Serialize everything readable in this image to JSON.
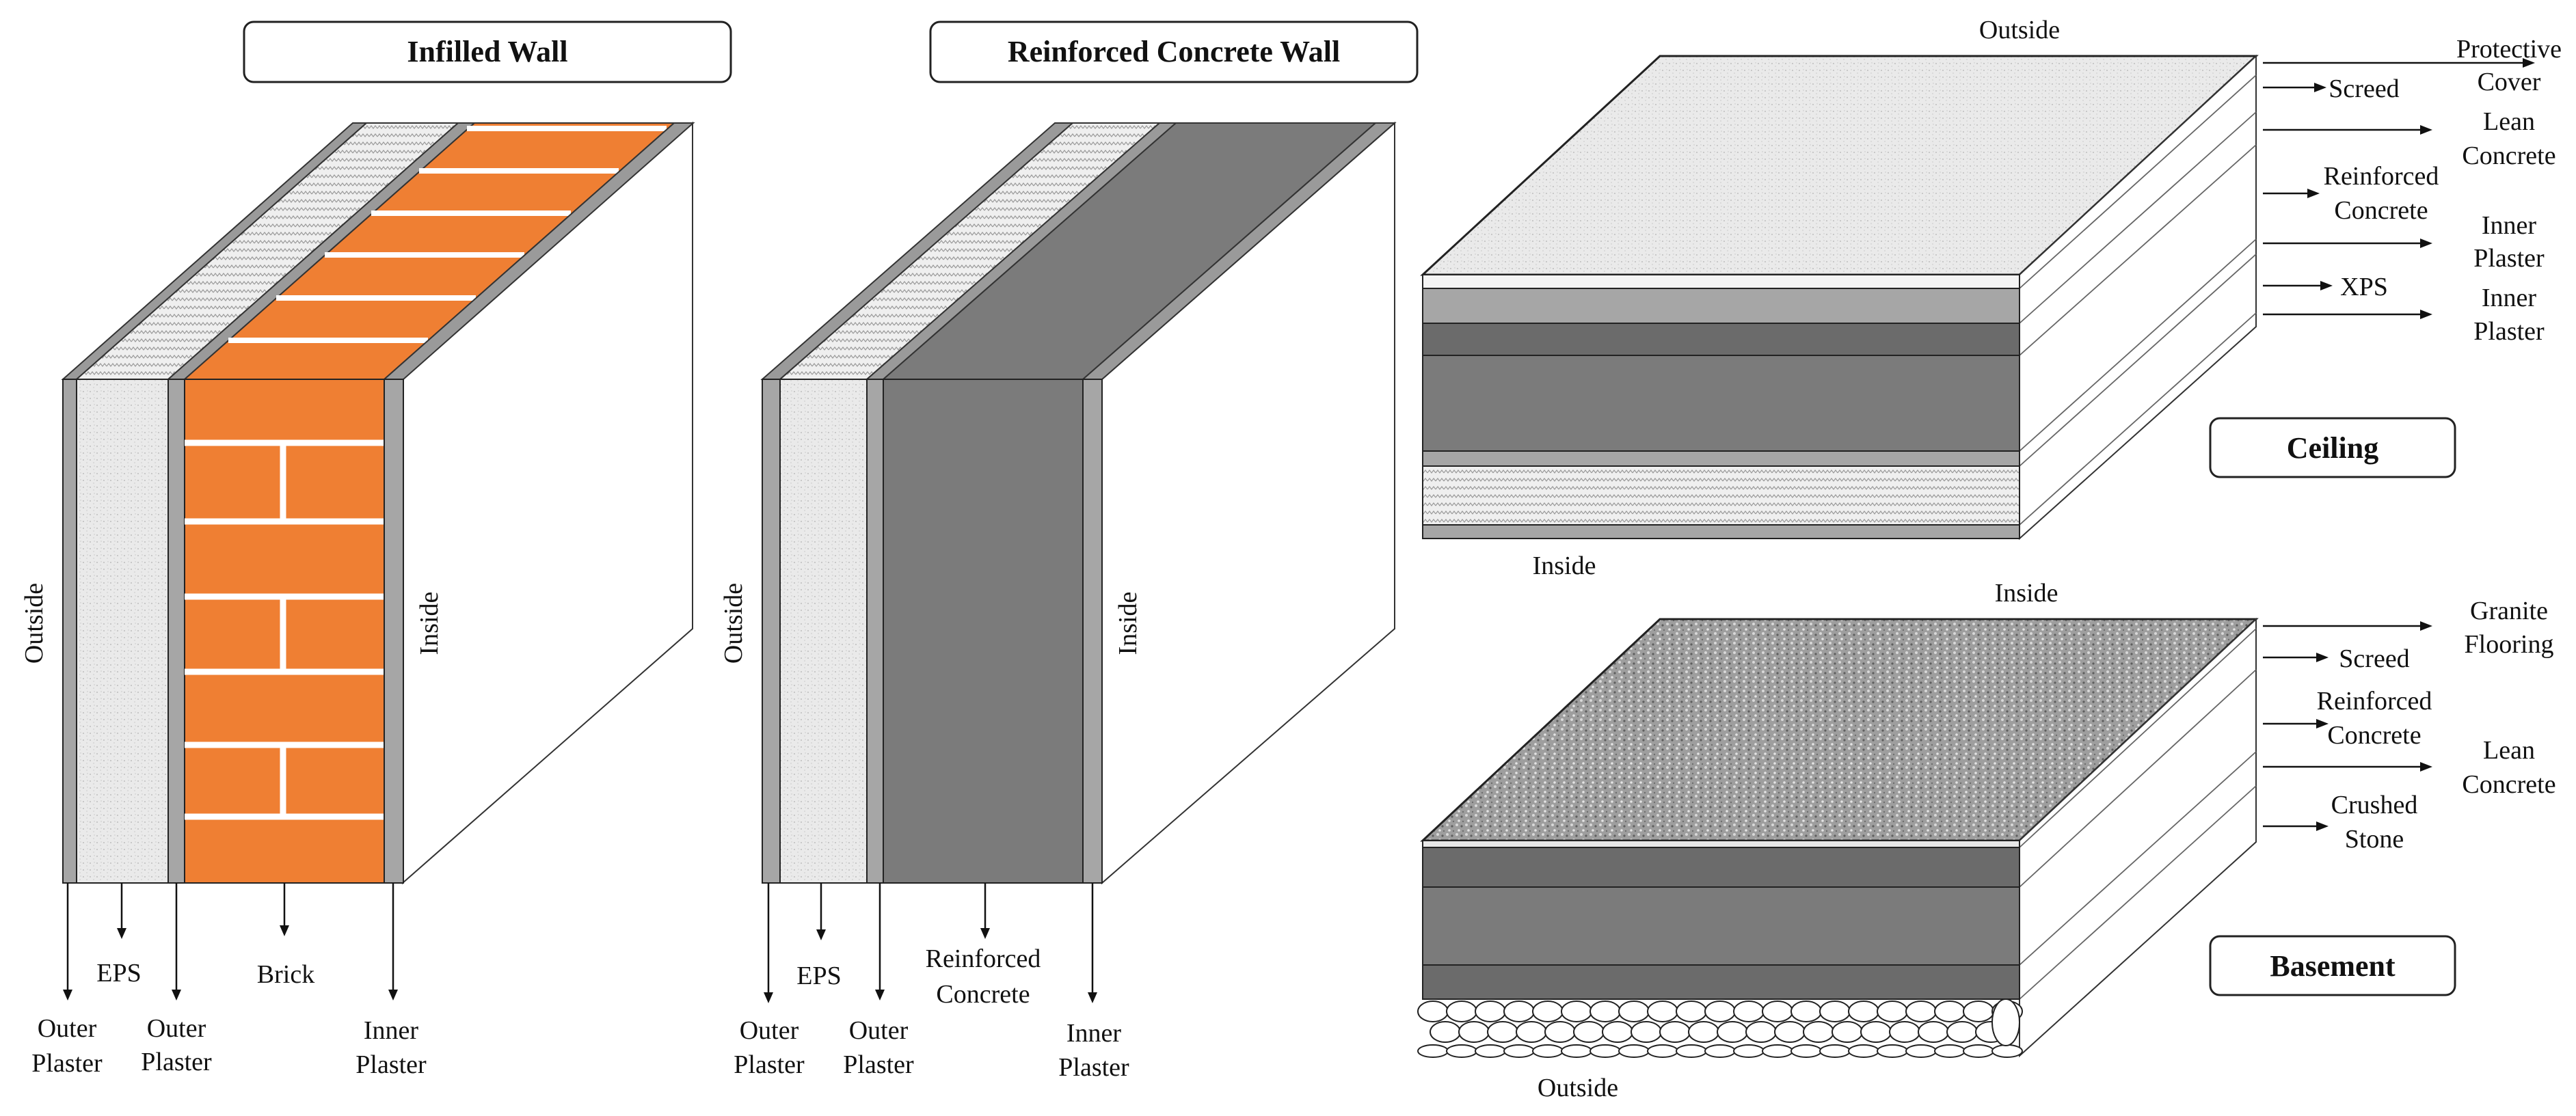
{
  "infilled_wall": {
    "title": "Infilled Wall",
    "outside": "Outside",
    "inside": "Inside",
    "labels": [
      [
        "Outer",
        "Plaster"
      ],
      [
        "EPS"
      ],
      [
        "Outer",
        "Plaster"
      ],
      [
        "Brick"
      ],
      [
        "Inner",
        "Plaster"
      ]
    ]
  },
  "rc_wall": {
    "title": "Reinforced Concrete Wall",
    "outside": "Outside",
    "inside": "Inside",
    "labels": [
      [
        "Outer",
        "Plaster"
      ],
      [
        "EPS"
      ],
      [
        "Outer",
        "Plaster"
      ],
      [
        "Reinforced",
        "Concrete"
      ],
      [
        "Inner",
        "Plaster"
      ]
    ]
  },
  "ceiling": {
    "title": "Ceiling",
    "top": "Outside",
    "bottom": "Inside",
    "layers": [
      [
        "Protective",
        "Cover"
      ],
      [
        "Screed"
      ],
      [
        "Lean",
        "Concrete"
      ],
      [
        "Reinforced",
        "Concrete"
      ],
      [
        "Inner",
        "Plaster"
      ],
      [
        "XPS"
      ],
      [
        "Inner",
        "Plaster"
      ]
    ]
  },
  "basement": {
    "title": "Basement",
    "top": "Inside",
    "bottom": "Outside",
    "layers": [
      [
        "Granite",
        "Flooring"
      ],
      [
        "Screed"
      ],
      [
        "Reinforced",
        "Concrete"
      ],
      [
        "Lean",
        "Concrete"
      ],
      [
        "Crushed",
        "Stone"
      ]
    ]
  },
  "colors": {
    "brick": "#ef7f33",
    "concrete": "#7b7b7b",
    "plaster": "#a6a6a6",
    "screed": "#6b6b6b",
    "eps": "#ececec"
  }
}
